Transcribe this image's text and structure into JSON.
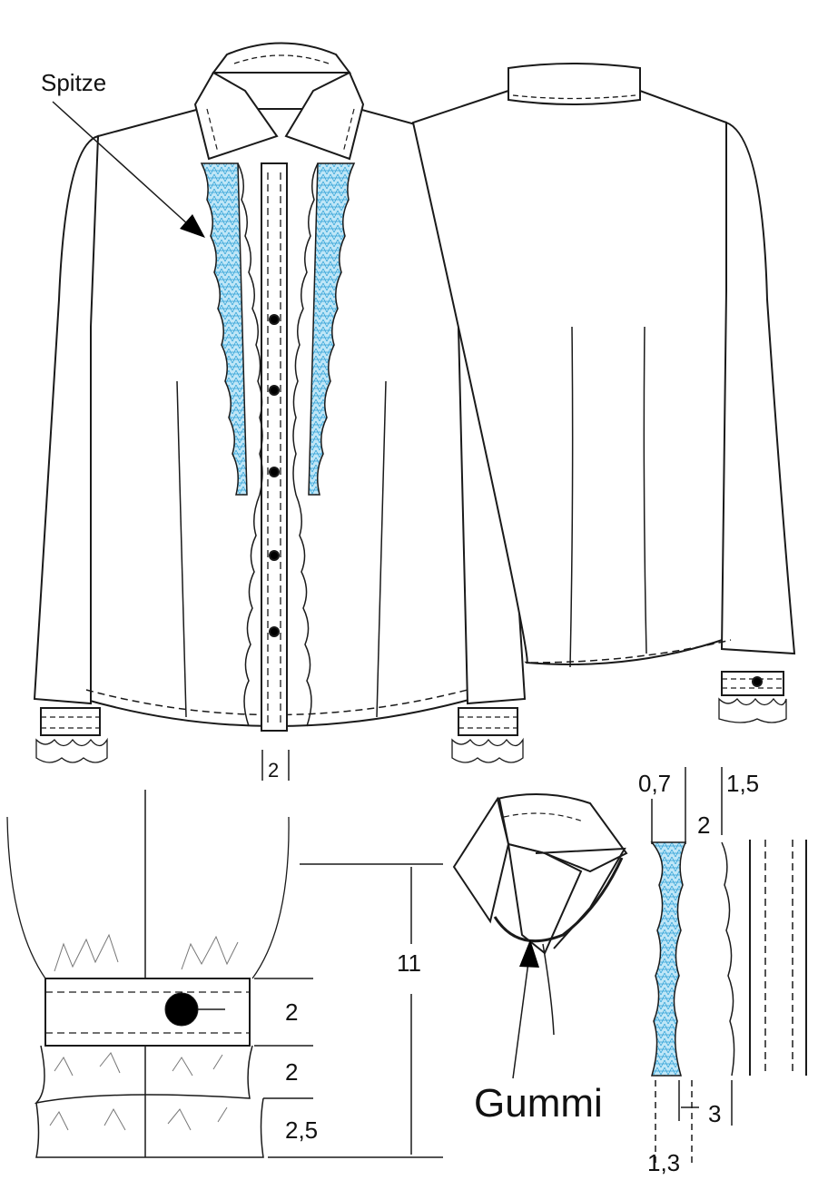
{
  "labels": {
    "lace": "Spitze",
    "elastic": "Gummi",
    "placket_width": "2",
    "cuff_total_height": "11",
    "cuff_band_height": "2",
    "ruffle_top_height": "2",
    "ruffle_bottom_height": "2,5",
    "lace_width": "0,7",
    "strip_width_a": "1,5",
    "strip_width_b": "2",
    "hem_allowance": "3",
    "seam_allowance": "1,3"
  },
  "colors": {
    "line": "#1a1a1a",
    "lace_fill": "#8fd3f0",
    "lace_mesh": "#2a9fd6",
    "button": "#000000"
  }
}
